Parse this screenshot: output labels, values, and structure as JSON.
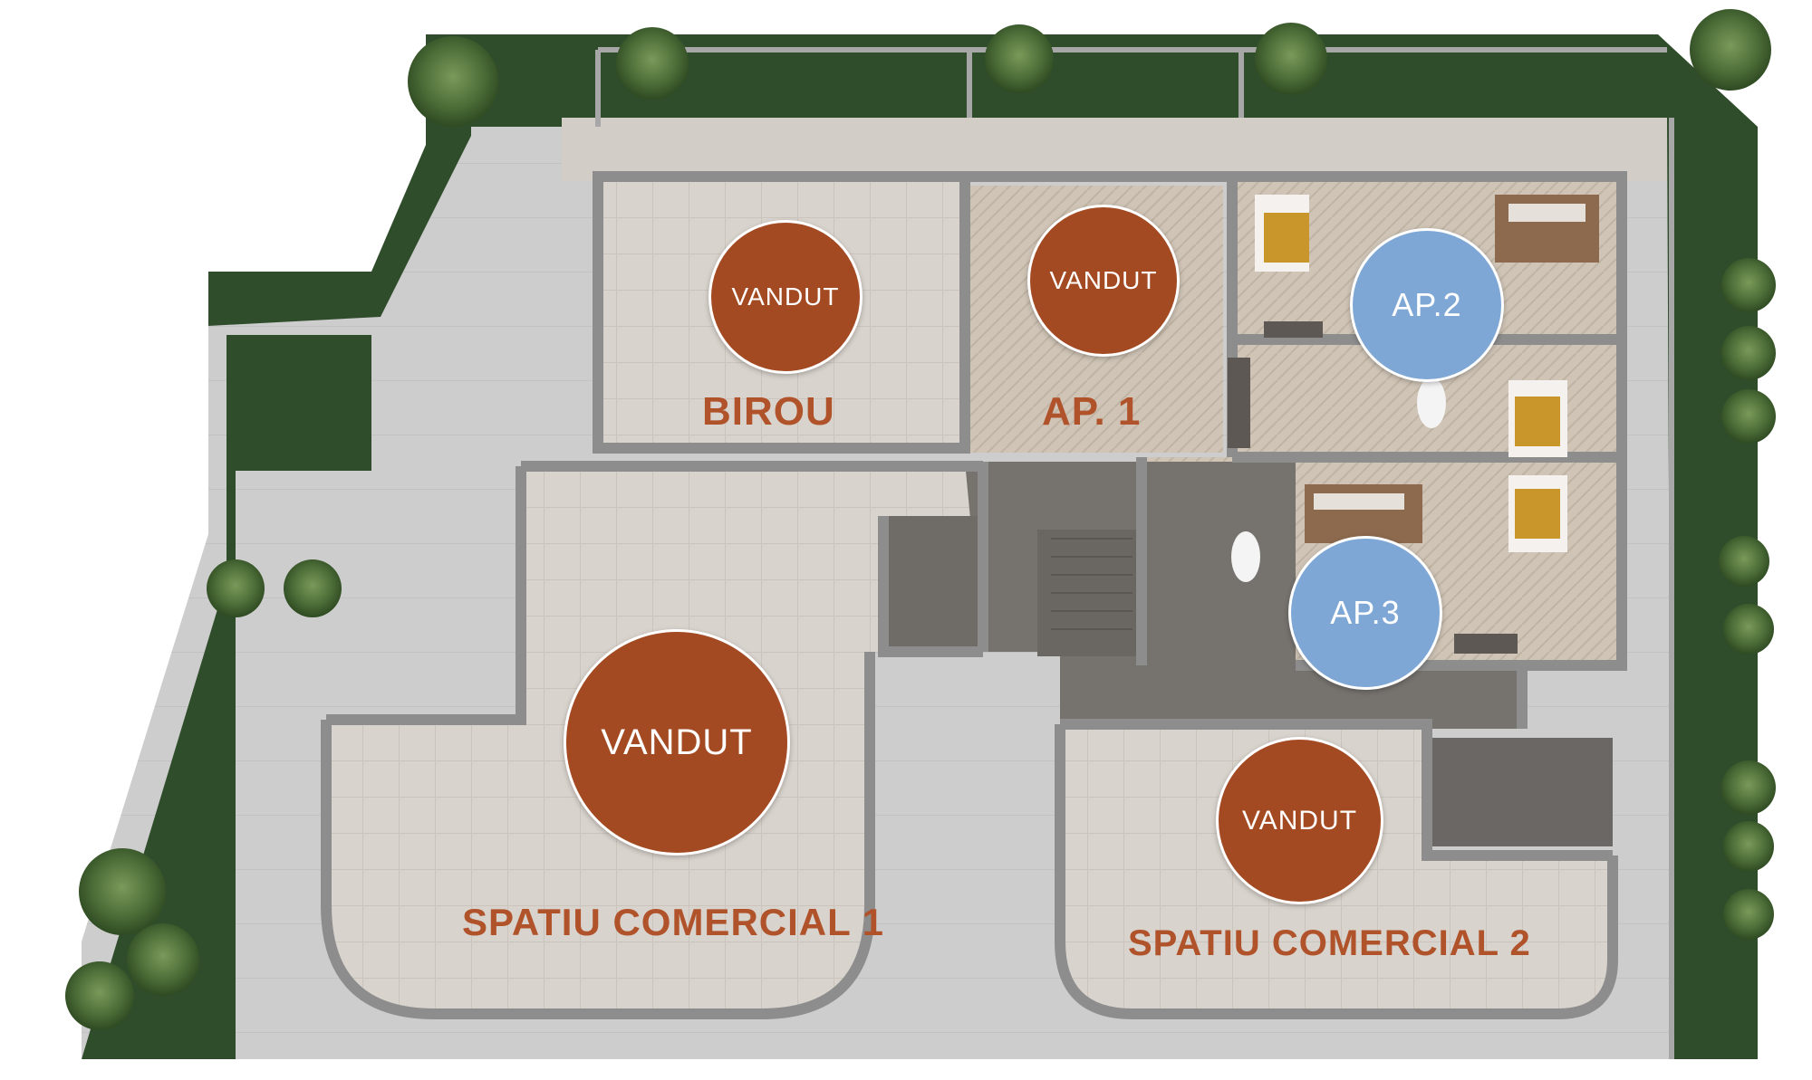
{
  "colors": {
    "grass": "#2f4d2b",
    "paving": "#c9c9c9",
    "floor": "#d8d2cc",
    "wall": "#8e8e8e",
    "core": "#77736f",
    "sold": "#a34a22",
    "available": "#7ea7d6",
    "label": "#b0532a"
  },
  "units": [
    {
      "id": "birou",
      "name": "BIROU",
      "badge": "VANDUT",
      "status": "sold"
    },
    {
      "id": "ap1",
      "name": "AP. 1",
      "badge": "VANDUT",
      "status": "sold"
    },
    {
      "id": "ap2",
      "name": "",
      "badge": "AP.2",
      "status": "available"
    },
    {
      "id": "ap3",
      "name": "",
      "badge": "AP.3",
      "status": "available"
    },
    {
      "id": "sc1",
      "name": "SPATIU COMERCIAL 1",
      "badge": "VANDUT",
      "status": "sold"
    },
    {
      "id": "sc2",
      "name": "SPATIU COMERCIAL 2",
      "badge": "VANDUT",
      "status": "sold"
    }
  ]
}
